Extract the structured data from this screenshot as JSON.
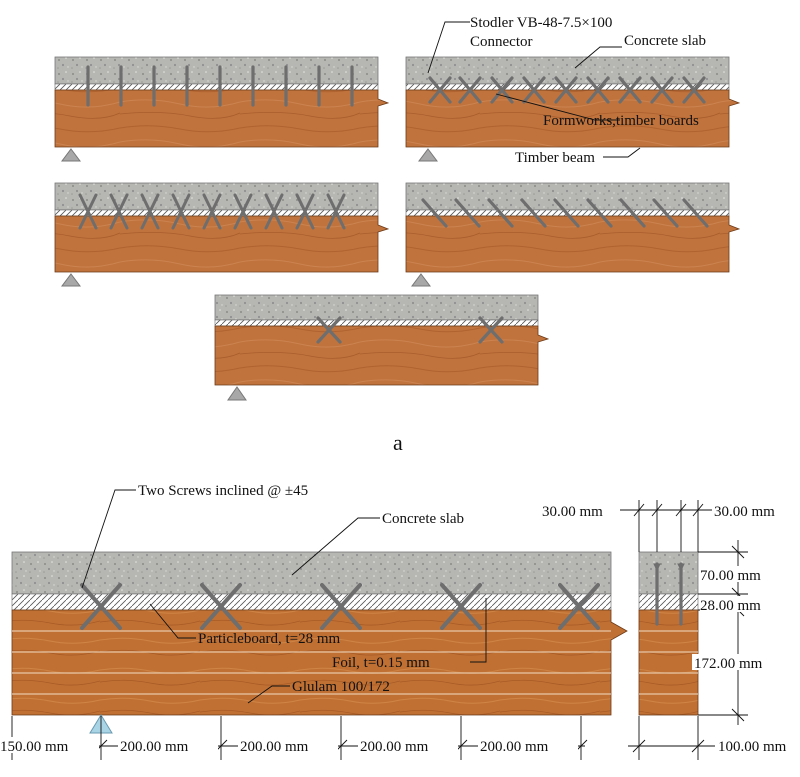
{
  "panel_a": {
    "label": "a",
    "callouts": {
      "connector_line1": "Stodler VB-48-7.5×100",
      "connector_line2": "Connector",
      "concrete": "Concrete slab",
      "formworks": "Formworks,timber boards",
      "timber": "Timber beam"
    }
  },
  "panel_b": {
    "callouts": {
      "screws": "Two Screws inclined @ ±45",
      "concrete": "Concrete slab",
      "particleboard": "Particleboard, t=28 mm",
      "foil": "Foil, t=0.15 mm",
      "glulam": "Glulam 100/172"
    },
    "bottom_dims": [
      "150.00 mm",
      "200.00 mm",
      "200.00 mm",
      "200.00 mm",
      "200.00 mm"
    ],
    "section_dims": {
      "top_left": "30.00 mm",
      "top_right": "30.00 mm",
      "concrete_h": "70.00 mm",
      "board_h": "28.00 mm",
      "beam_h": "172.00 mm",
      "width": "100.00 mm"
    }
  },
  "colors": {
    "concrete": "#b4b4b0",
    "timber": "#c0733c",
    "timber_dark": "#a45c2c",
    "connector": "#6e6e6e",
    "support": "#a8a8a8"
  }
}
